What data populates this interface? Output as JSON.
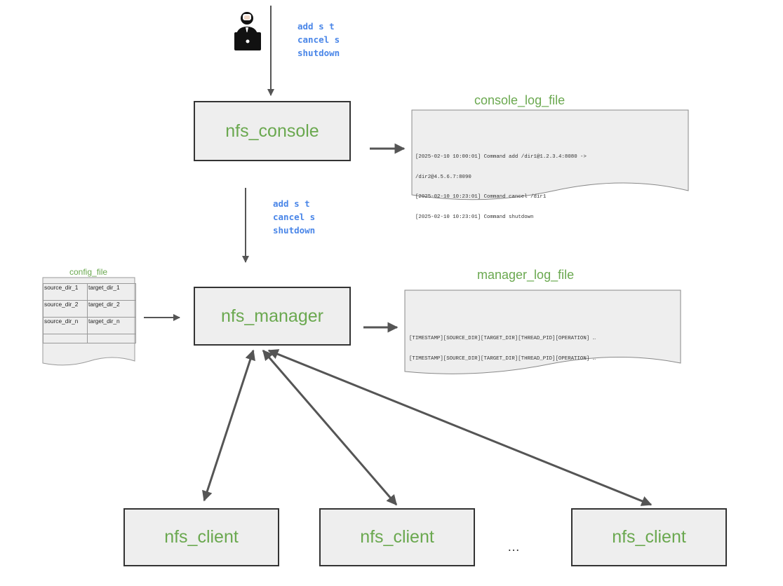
{
  "user_commands": [
    "add s t",
    "cancel s",
    "shutdown"
  ],
  "console_commands": [
    "add s t",
    "cancel s",
    "shutdown"
  ],
  "nodes": {
    "nfs_console": "nfs_console",
    "nfs_manager": "nfs_manager",
    "clients": [
      "nfs_client",
      "nfs_client",
      "nfs_client"
    ],
    "ellipsis": "…"
  },
  "console_log_file": {
    "title": "console_log_file",
    "lines": [
      "[2025-02-10 10:00:01] Command add /dir1@1.2.3.4:8080 ->",
      "/dir2@4.5.6.7:8090",
      "[2025-02-10 10:23:01] Command cancel /dir1",
      "[2025-02-10 10:23:01] Command shutdown"
    ]
  },
  "manager_log_file": {
    "title": "manager_log_file",
    "lines": [
      "[TIMESTAMP][SOURCE_DIR][TARGET_DIR][THREAD_PID][OPERATION] …",
      "[TIMESTAMP][SOURCE_DIR][TARGET_DIR][THREAD_PID][OPERATION] …"
    ]
  },
  "config_file": {
    "title": "config_file",
    "rows": [
      [
        "source_dir_1",
        "target_dir_1"
      ],
      [
        "source_dir_2",
        "target_dir_2"
      ],
      [
        "source_dir_n",
        "target_dir_n"
      ],
      [
        "",
        ""
      ]
    ]
  },
  "colors": {
    "node_text": "#6aa84f",
    "command_text": "#4a86e8",
    "box_fill": "#eeeeee",
    "box_border": "#333333",
    "arrow": "#555555"
  },
  "icons": {
    "user": "user-at-laptop-icon"
  }
}
